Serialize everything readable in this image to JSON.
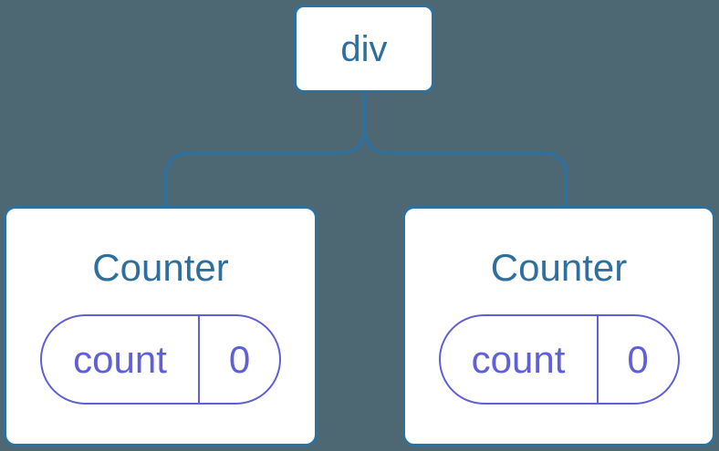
{
  "colors": {
    "background": "#4d6872",
    "blue": "#2e719f",
    "blue-text": "#2e6f9d",
    "purple": "#5f5fd8",
    "card-bg": "#ffffff"
  },
  "tree": {
    "root": {
      "label": "div"
    },
    "children": [
      {
        "title": "Counter",
        "state": [
          {
            "name": "count",
            "value": "0"
          }
        ]
      },
      {
        "title": "Counter",
        "state": [
          {
            "name": "count",
            "value": "0"
          }
        ]
      }
    ]
  }
}
